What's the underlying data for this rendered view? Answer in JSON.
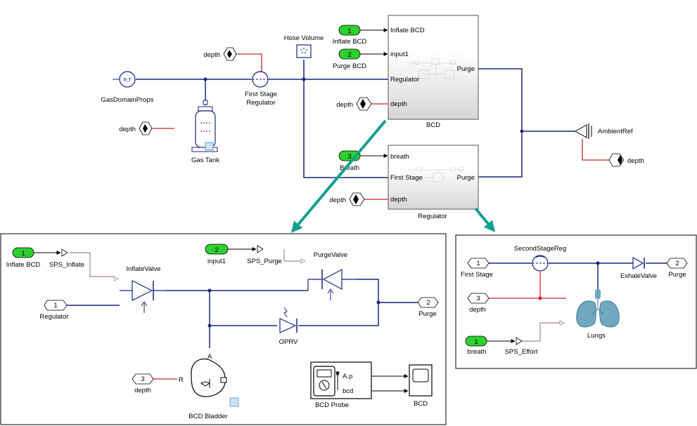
{
  "top": {
    "inport_inflate": {
      "num": "1",
      "label": "Inflate BCD"
    },
    "inport_purge": {
      "num": "2",
      "label": "Purge BCD"
    },
    "inport_breath": {
      "num": "3",
      "label": "Breath"
    },
    "goto_depth": "depth",
    "gas_domain_props": {
      "label": "GasDomainProps",
      "icon": "R,T"
    },
    "first_stage_regulator": "First Stage\nRegulator",
    "hose_volume": "Hose Volume",
    "gas_tank": "Gas Tank",
    "bcd": {
      "name": "BCD",
      "ports_in": [
        "Inflate BCD",
        "input1",
        "Regulator",
        "depth"
      ],
      "port_out": "Purge"
    },
    "regulator": {
      "name": "Regulator",
      "ports_in": [
        "breath",
        "First Stage",
        "depth"
      ],
      "port_out": "Purge"
    },
    "ambient_ref": "AmbientRef"
  },
  "bcd_sub": {
    "inport_inflate": {
      "num": "1",
      "label": "Inflate BCD"
    },
    "sps_inflate": "SPS_Inflate",
    "inport_input1": {
      "num": "2",
      "label": "input1"
    },
    "sps_purge": "SPS_Purge",
    "inflate_valve": "InflateValve",
    "purge_valve": "PurgeValve",
    "regulator_port": {
      "num": "1",
      "label": "Regulator"
    },
    "purge_port": {
      "num": "2",
      "label": "Purge"
    },
    "oprv": "OPRV",
    "port_a": "A",
    "port_r": "R",
    "depth_port": {
      "num": "3",
      "label": "depth"
    },
    "bcd_bladder": "BCD Bladder",
    "bcd_probe": {
      "label": "BCD Probe",
      "out1": "A.p",
      "out2": "bcd"
    },
    "scope": "BCD"
  },
  "reg_sub": {
    "second_stage_reg": "SecondStageReg",
    "first_stage_port": {
      "num": "1",
      "label": "First Stage"
    },
    "depth_port": {
      "num": "3",
      "label": "depth"
    },
    "breath_port": {
      "num": "1",
      "label": "breath"
    },
    "sps_effort": "SPS_Effort",
    "exhale_valve": "ExhaleValve",
    "purge_port": {
      "num": "2",
      "label": "Purge"
    },
    "lungs": "Lungs"
  },
  "colors": {
    "physical_line": "#1a237e",
    "signal_line": "#c62828",
    "ps_line": "#a1887f",
    "inport_fill": "#2fcf2f",
    "arrow": "#12a08a",
    "lungs": "#6fa8c0"
  }
}
